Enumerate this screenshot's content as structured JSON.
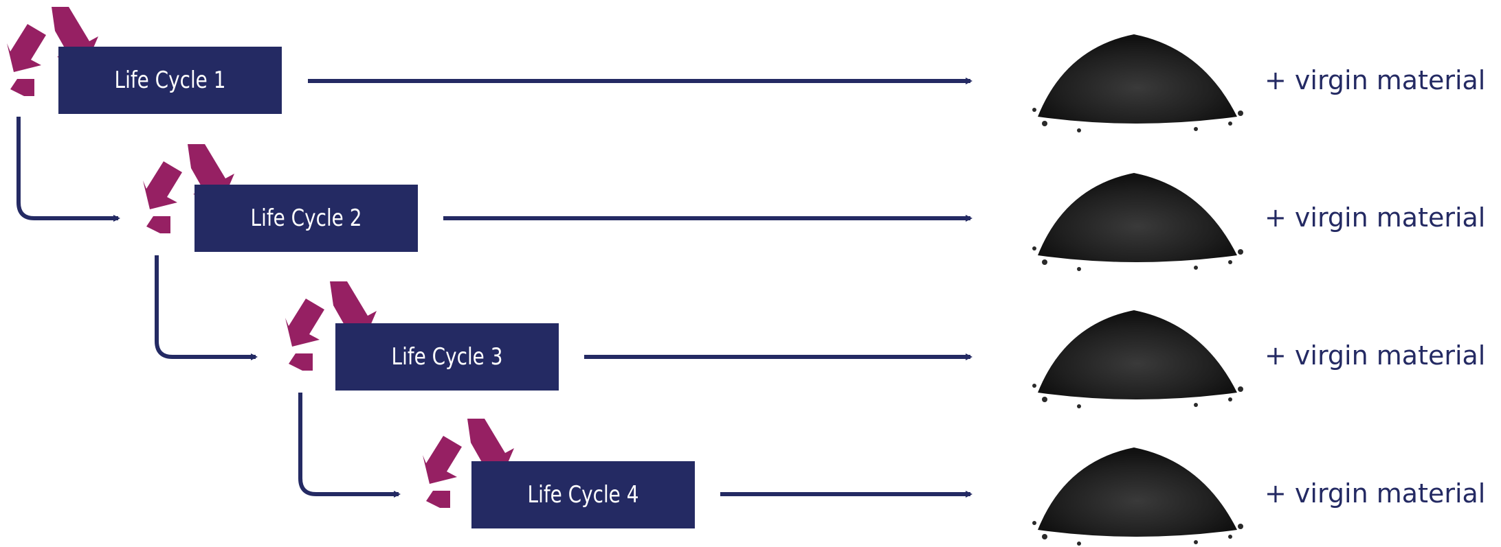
{
  "colors": {
    "box": "#242a63",
    "arrow": "#242a63",
    "recycle": "#962063",
    "pile_dark": "#2a2a2a",
    "label_text": "#242a63",
    "box_text": "#ffffff"
  },
  "life_cycles": [
    {
      "label": "Life Cycle 1",
      "icon": "recycle-icon"
    },
    {
      "label": "Life Cycle 2",
      "icon": "recycle-icon"
    },
    {
      "label": "Life Cycle 3",
      "icon": "recycle-icon"
    },
    {
      "label": "Life Cycle 4",
      "icon": "recycle-icon"
    }
  ],
  "outputs": [
    {
      "label": "+ virgin material",
      "icon": "material-pile-icon"
    },
    {
      "label": "+ virgin material",
      "icon": "material-pile-icon"
    },
    {
      "label": "+ virgin material",
      "icon": "material-pile-icon"
    },
    {
      "label": "+ virgin material",
      "icon": "material-pile-icon"
    }
  ]
}
